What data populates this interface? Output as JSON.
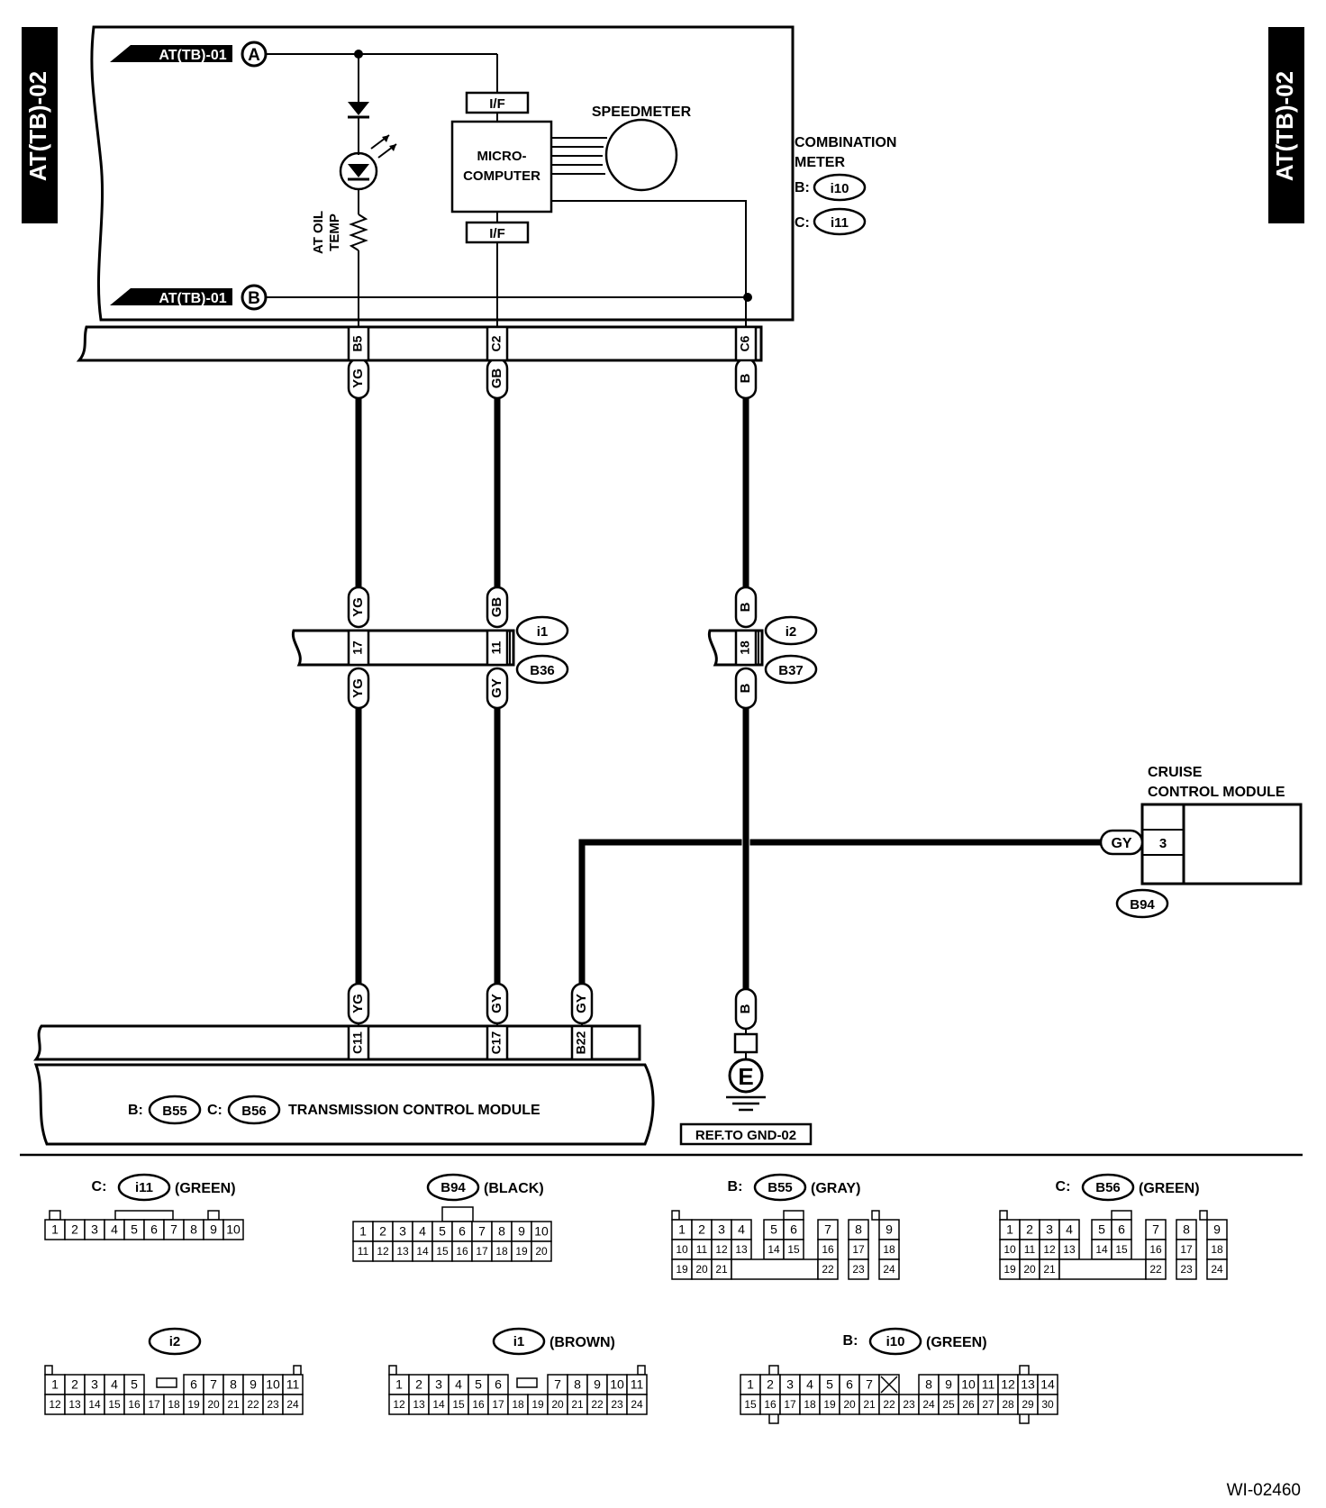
{
  "page_tag": "AT(TB)-02",
  "diagram_id": "WI-02460",
  "inputs": {
    "a_label": "AT(TB)-01",
    "a_letter": "A",
    "b_label": "AT(TB)-01",
    "b_letter": "B"
  },
  "combination_meter": {
    "title_line1": "COMBINATION",
    "title_line2": "METER",
    "conn_b_prefix": "B:",
    "conn_b": "i10",
    "conn_c_prefix": "C:",
    "conn_c": "i11",
    "interface_top": "I/F",
    "interface_bottom": "I/F",
    "micro_line1": "MICRO-",
    "micro_line2": "COMPUTER",
    "speedometer": "SPEEDMETER",
    "oil_temp_line1": "AT OIL",
    "oil_temp_line2": "TEMP",
    "pins": [
      "B5",
      "C2",
      "C6"
    ]
  },
  "wires": {
    "w1_top": "YG",
    "w2_top": "GB",
    "w3_top": "B",
    "w1_mid_upper": "YG",
    "w2_mid_upper": "GB",
    "w3_mid_upper": "B",
    "w1_mid_lower": "YG",
    "w2_mid_lower": "GY",
    "w3_mid_lower": "B",
    "w1_bottom": "YG",
    "w2_bottom": "GY",
    "w4_bottom": "GY",
    "w3_bottom": "B",
    "cruise_wire": "GY"
  },
  "joint_connectors": {
    "left_pins": [
      "17",
      "11"
    ],
    "left_upper": "i1",
    "left_lower": "B36",
    "right_pin": "18",
    "right_upper": "i2",
    "right_lower": "B37"
  },
  "cruise_control": {
    "title_line1": "CRUISE",
    "title_line2": "CONTROL MODULE",
    "pin": "3",
    "connector": "B94"
  },
  "ground": {
    "symbol": "E",
    "ref": "REF.TO GND-02"
  },
  "tcm": {
    "pins": [
      "C11",
      "C17",
      "B22"
    ],
    "prefix_b": "B:",
    "conn_b": "B55",
    "prefix_c": "C:",
    "conn_c": "B56",
    "title": "TRANSMISSION CONTROL MODULE"
  },
  "connector_views": [
    {
      "prefix": "C:",
      "id": "i11",
      "color": "(GREEN)"
    },
    {
      "prefix": "",
      "id": "B94",
      "color": "(BLACK)"
    },
    {
      "prefix": "B:",
      "id": "B55",
      "color": "(GRAY)"
    },
    {
      "prefix": "C:",
      "id": "B56",
      "color": "(GREEN)"
    },
    {
      "prefix": "",
      "id": "i2",
      "color": ""
    },
    {
      "prefix": "",
      "id": "i1",
      "color": "(BROWN)"
    },
    {
      "prefix": "B:",
      "id": "i10",
      "color": "(GREEN)"
    }
  ]
}
